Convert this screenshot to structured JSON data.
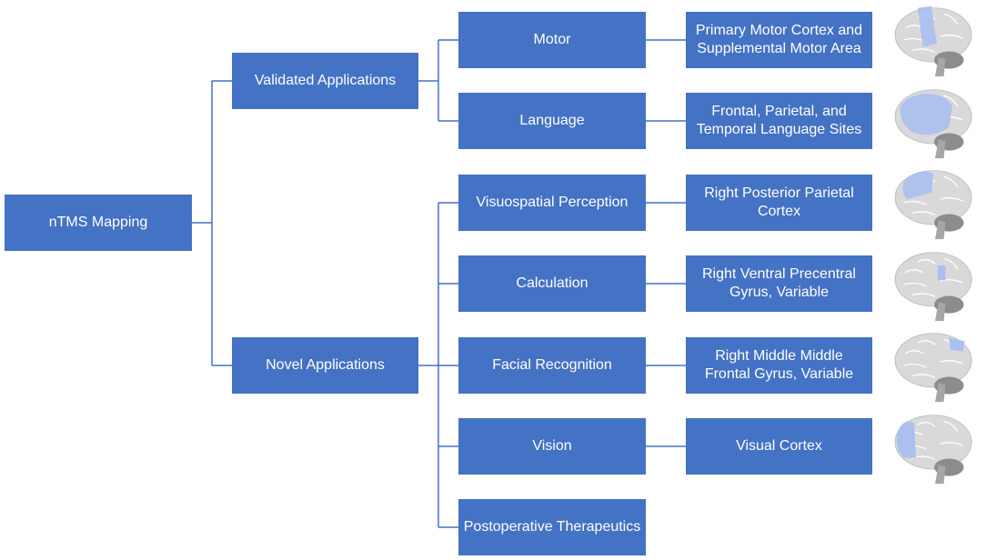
{
  "diagram": {
    "root": "nTMS Mapping",
    "categories": [
      {
        "label": "Validated Applications"
      },
      {
        "label": "Novel Applications"
      }
    ],
    "applications": [
      {
        "label": "Motor",
        "region": [
          "Primary Motor Cortex and",
          "Supplemental Motor Area"
        ],
        "brain_highlight": "motor-strip"
      },
      {
        "label": "Language",
        "region": [
          "Frontal, Parietal, and",
          "Temporal Language Sites"
        ],
        "brain_highlight": "language-areas"
      },
      {
        "label": "Visuospatial Perception",
        "region": [
          "Right Posterior Parietal",
          "Cortex"
        ],
        "brain_highlight": "posterior-parietal"
      },
      {
        "label": "Calculation",
        "region": [
          "Right Ventral Precentral",
          "Gyrus, Variable"
        ],
        "brain_highlight": "ventral-precentral"
      },
      {
        "label": "Facial Recognition",
        "region": [
          "Right Middle Middle",
          "Frontal Gyrus, Variable"
        ],
        "brain_highlight": "middle-frontal"
      },
      {
        "label": "Vision",
        "region": [
          "Visual Cortex"
        ],
        "brain_highlight": "occipital"
      },
      {
        "label": "Postoperative Therapeutics"
      }
    ],
    "colors": {
      "box": "#4472c4",
      "line": "#4472c4",
      "brain": "#d9d9d9",
      "highlight": "#a9bff0"
    }
  }
}
